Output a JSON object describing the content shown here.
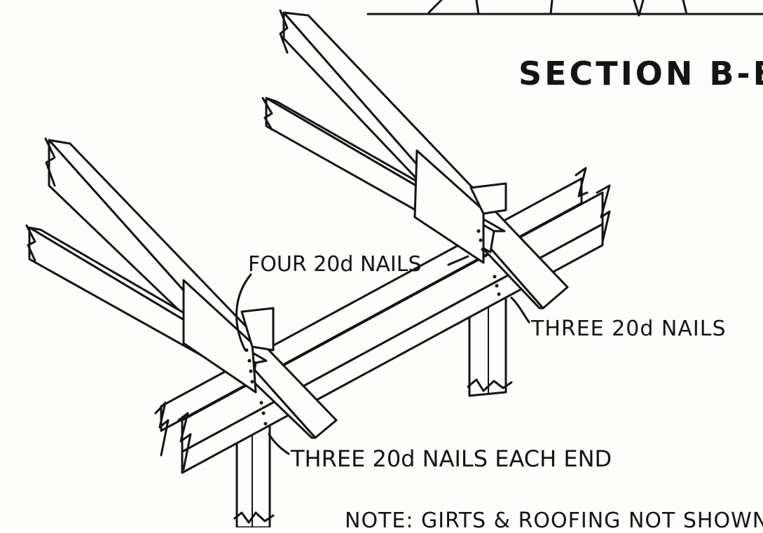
{
  "title": "SECTION B-B",
  "labels": {
    "four_nails": "FOUR 20d NAILS",
    "three_nails": "THREE 20d NAILS",
    "three_nails_each_end": "THREE 20d NAILS EACH END"
  },
  "note": "NOTE: GIRTS & ROOFING NOT SHOWN",
  "colors": {
    "ink": "#141414",
    "paper": "#fdfdfb"
  }
}
